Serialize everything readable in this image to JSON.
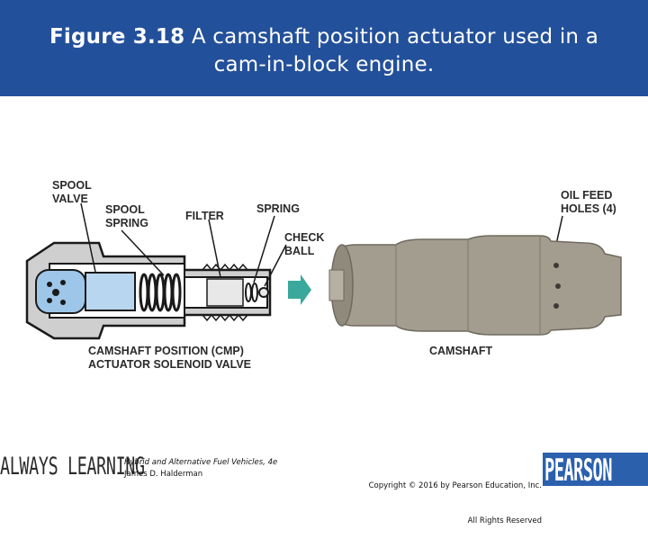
{
  "header": {
    "figure_number": "Figure 3.18",
    "caption_line1": "A camshaft position actuator used in a",
    "caption_line2": "cam-in-block engine."
  },
  "figure": {
    "labels": {
      "spool_valve": "SPOOL\nVALVE",
      "spool_spring": "SPOOL\nSPRING",
      "filter": "FILTER",
      "spring": "SPRING",
      "check_ball": "CHECK\nBALL",
      "oil_feed_holes": "OIL FEED\nHOLES (4)",
      "solenoid_valve": "CAMSHAFT POSITION (CMP)\nACTUATOR SOLENOID VALVE",
      "camshaft": "CAMSHAFT"
    },
    "colors": {
      "valve_blue": "#9ec6e8",
      "camshaft_gray": "#a29d8e",
      "arrow_teal": "#3aa89c"
    }
  },
  "footer": {
    "brand_left": "ALWAYS LEARNING",
    "book_title": "Hybrid and Alternative Fuel Vehicles, 4e",
    "book_author": "James D. Halderman",
    "copyright": "Copyright © 2016 by Pearson Education, Inc.",
    "rights": "All Rights Reserved",
    "brand_right": "PEARSON"
  }
}
